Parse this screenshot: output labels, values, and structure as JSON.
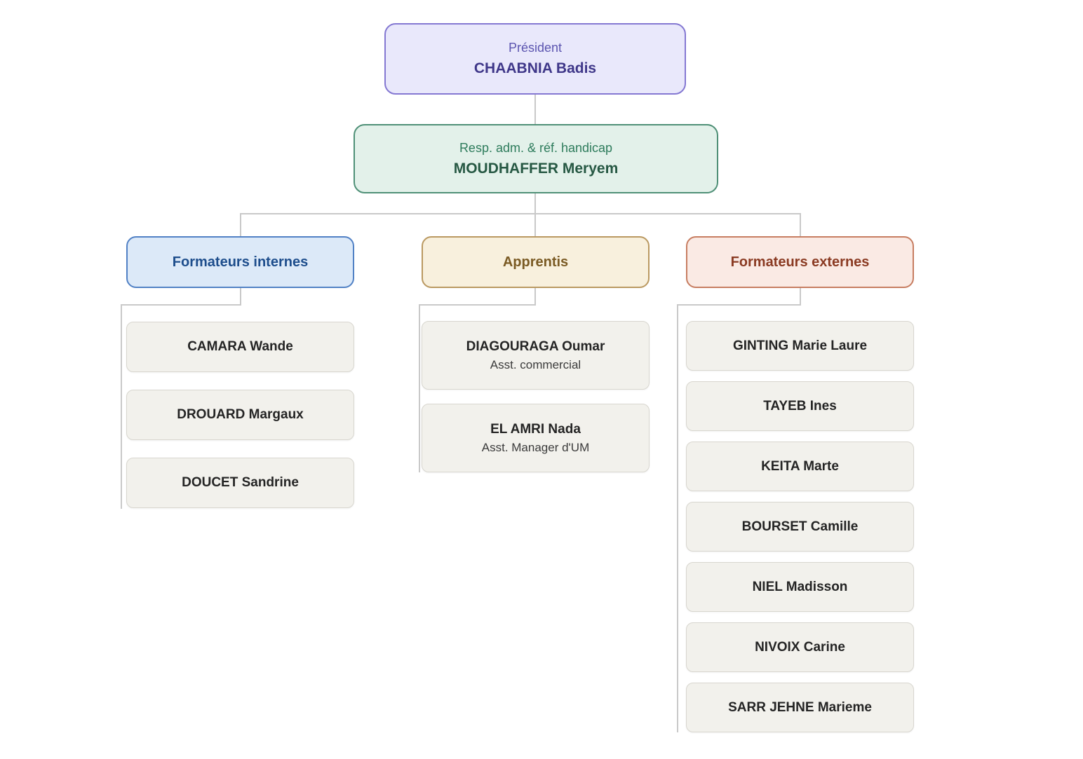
{
  "org": {
    "root": {
      "title": "Président",
      "name": "CHAABNIA Badis"
    },
    "manager": {
      "title": "Resp. adm. & réf. handicap",
      "name": "MOUDHAFFER Meryem"
    },
    "groups": [
      {
        "label": "Formateurs internes",
        "members": [
          {
            "name": "CAMARA Wande"
          },
          {
            "name": "DROUARD Margaux"
          },
          {
            "name": "DOUCET Sandrine"
          }
        ]
      },
      {
        "label": "Apprentis",
        "members": [
          {
            "name": "DIAGOURAGA Oumar",
            "role": "Asst. commercial"
          },
          {
            "name": "EL AMRI Nada",
            "role": "Asst. Manager d'UM"
          }
        ]
      },
      {
        "label": "Formateurs externes",
        "members": [
          {
            "name": "GINTING Marie Laure"
          },
          {
            "name": "TAYEB Ines"
          },
          {
            "name": "KEITA Marte"
          },
          {
            "name": "BOURSET Camille"
          },
          {
            "name": "NIEL Madisson"
          },
          {
            "name": "NIVOIX Carine"
          },
          {
            "name": "SARR JEHNE Marieme"
          }
        ]
      }
    ],
    "colors": {
      "president_bg": "#e9e8fb",
      "president_border": "#8478d2",
      "president_title_text": "#5c55b0",
      "president_name_text": "#3f3789",
      "manager_bg": "#e3f1ea",
      "manager_border": "#4f9077",
      "manager_title_text": "#2e7c5c",
      "manager_name_text": "#265843",
      "internes_bg": "#dce9f8",
      "internes_border": "#5181c5",
      "internes_text": "#1d4d8c",
      "apprentis_bg": "#f8f0dd",
      "apprentis_border": "#ba9961",
      "apprentis_text": "#7a5a23",
      "externes_bg": "#faeae4",
      "externes_border": "#c77d61",
      "externes_text": "#8a3a22",
      "member_bg": "#f2f1ec",
      "member_border": "#d8d6cf",
      "member_text": "#242424",
      "connector": "#c9c9c9"
    }
  }
}
